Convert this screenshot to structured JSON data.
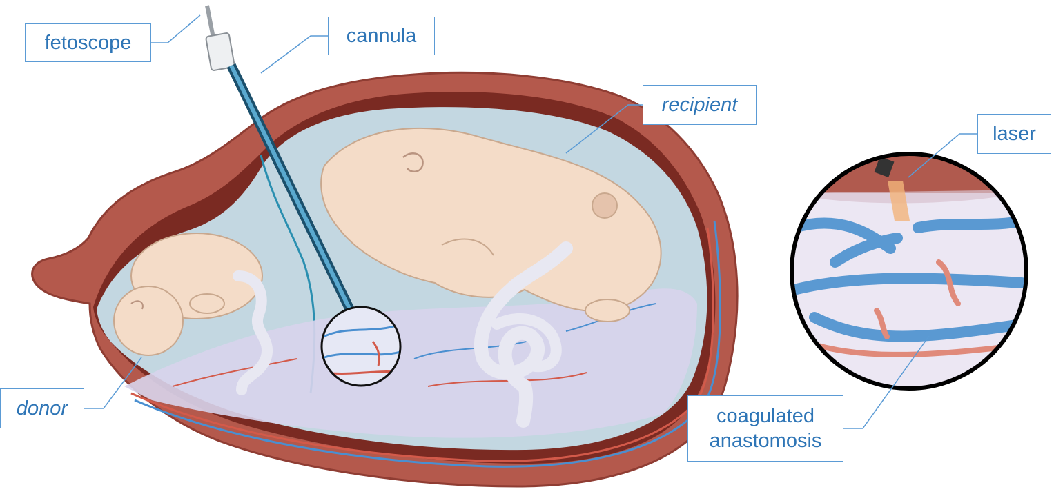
{
  "labels": {
    "fetoscope": "fetoscope",
    "cannula": "cannula",
    "recipient": "recipient",
    "laser": "laser",
    "donor": "donor",
    "coagulated_line1": "coagulated",
    "coagulated_line2": "anastomosis"
  },
  "colors": {
    "uterus_wall": "#b4594c",
    "uterus_inner": "#7a2a22",
    "amniotic_fluid": "#c9e6f2",
    "fetus_skin": "#f4dcc8",
    "placenta": "#d8d4ec",
    "vessel_blue": "#4a8fd0",
    "vessel_red": "#d35a4a",
    "label_text": "#2e75b6",
    "label_border": "#5b9bd5"
  }
}
